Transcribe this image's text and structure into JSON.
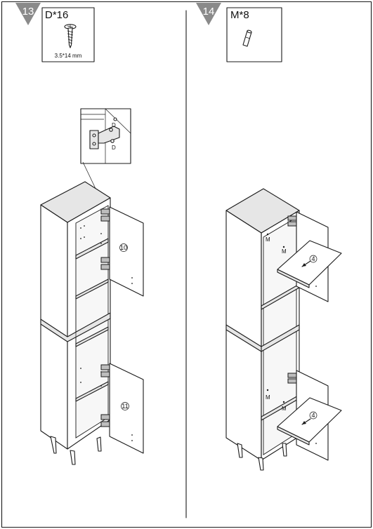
{
  "steps": [
    {
      "number": "13",
      "part": {
        "label": "D*16",
        "size": "3.5*14 mm",
        "icon": "screw-icon"
      },
      "inset_labels": [
        "D",
        "D"
      ],
      "doors": [
        "10",
        "11"
      ]
    },
    {
      "number": "14",
      "part": {
        "label": "M*8",
        "icon": "shelf-pin-icon"
      },
      "shelves": [
        "4",
        "4"
      ],
      "pin_labels": [
        "M",
        "M",
        "M",
        "M"
      ]
    }
  ]
}
